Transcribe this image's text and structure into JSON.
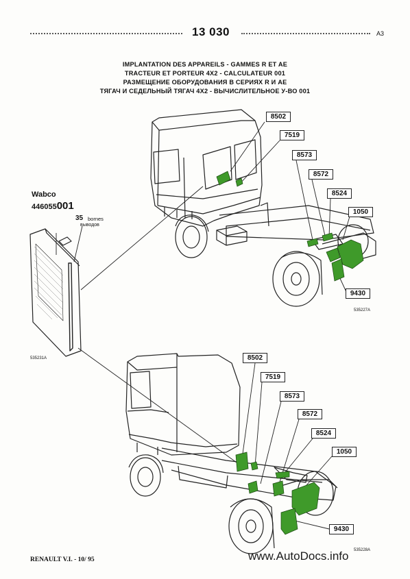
{
  "header": {
    "page_number": "13 030",
    "page_code": "A3"
  },
  "title": {
    "line1": "IMPLANTATION DES APPAREILS - GAMMES R ET AE",
    "line2": "TRACTEUR ET PORTEUR 4X2 - CALCULATEUR 001",
    "line3": "РАЗМЕЩЕНИЕ ОБОРУДОВАНИЯ В СЕРИЯХ R И AE",
    "line4": "ТЯГАЧ И СЕДЕЛЬНЫЙ ТЯГАЧ 4X2 - ВЫЧИСЛИТЕЛЬНОЕ У-ВО 001"
  },
  "ecu": {
    "maker": "Wabco",
    "part_number": "446055",
    "part_suffix": "001",
    "pins_count": "35",
    "pins_label_fr": "bornes",
    "pins_label_ru": "выводов",
    "figure_ref": "535231A"
  },
  "top_figure": {
    "figure_ref": "535227A",
    "labels": [
      "8502",
      "7519",
      "8573",
      "8572",
      "8524",
      "1050",
      "9430"
    ]
  },
  "bottom_figure": {
    "figure_ref": "535228A",
    "labels": [
      "8502",
      "7519",
      "8573",
      "8572",
      "8524",
      "1050",
      "9430"
    ]
  },
  "footer": {
    "publisher": "RENAULT V.I. - 10/ 95",
    "watermark": "www.AutoDocs.info"
  },
  "colors": {
    "component_green": "#3f9a2a",
    "line_art": "#222222",
    "paper": "#fdfdfb"
  }
}
